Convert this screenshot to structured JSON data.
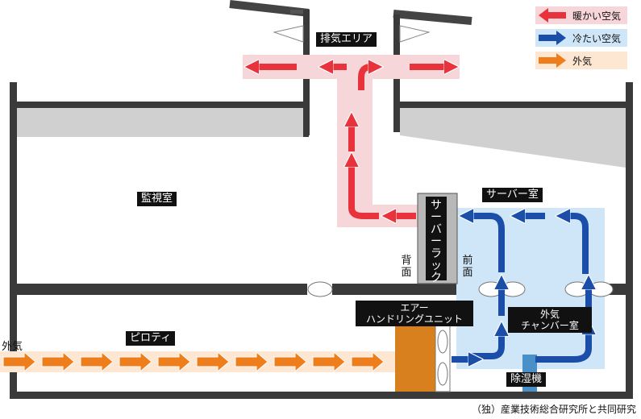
{
  "legend": {
    "items": [
      {
        "label": "暖かい空気",
        "color": "#e8323c",
        "bg": "#f7d6da"
      },
      {
        "label": "冷たい空気",
        "color": "#1b4ea8",
        "bg": "#cfe6f8"
      },
      {
        "label": "外気",
        "color": "#ee7d1c",
        "bg": "#fde6d2"
      }
    ]
  },
  "labels": {
    "exhaust_area": "排気エリア",
    "monitoring_room": "監視室",
    "server_room": "サーバー室",
    "server_rack": "サーバーラック",
    "back": "背面",
    "front": "前面",
    "ahu_line1": "エアー",
    "ahu_line2": "ハンドリングユニット",
    "outside_air_chamber_line1": "外気",
    "outside_air_chamber_line2": "チャンバー室",
    "pilotis": "ピロティ",
    "outside_air": "外気",
    "dehumidifier": "除湿機"
  },
  "credit": "（独）産業技術総合研究所と共同研究",
  "colors": {
    "warm": "#e8323c",
    "warm_bg": "#f7d6da",
    "cold": "#1b4ea8",
    "cold_bg": "#cfe6f8",
    "outside": "#ee7d1c",
    "outside_bg": "#fde6d2",
    "wall": "#3a3a3a",
    "rack": "#b8b8b8",
    "ahu": "#d9801e"
  }
}
